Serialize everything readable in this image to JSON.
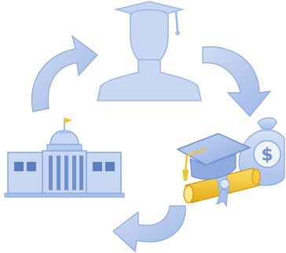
{
  "diagram": {
    "colors": {
      "light_blue": "#c8d8f2",
      "mid_blue": "#a7c0ea",
      "outline_blue": "#8aa7dc",
      "deep_blue": "#6f8fcd",
      "window_blue": "#5b7fc3",
      "gold": "#f2c22b",
      "gold_dark": "#d8a012",
      "white": "#ffffff"
    },
    "nodes": [
      {
        "id": "graduate",
        "icon": "graduate-silhouette-icon"
      },
      {
        "id": "education-costs",
        "icon": "money-bag-cap-diploma-icon"
      },
      {
        "id": "institution",
        "icon": "university-building-icon"
      }
    ],
    "money_bag_symbol": "$",
    "cycle_direction": "clockwise"
  }
}
